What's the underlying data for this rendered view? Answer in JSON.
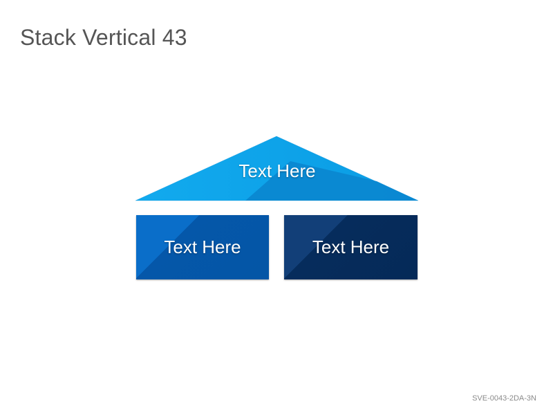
{
  "slide": {
    "title": "Stack Vertical 43",
    "code": "SVE-0043-2DA-3N"
  },
  "diagram": {
    "roof": {
      "label": "Text Here",
      "color": "#0aa4ea",
      "shade_color": "#0a85cf"
    },
    "boxes": [
      {
        "label": "Text Here",
        "color": "#0a6ec9"
      },
      {
        "label": "Text Here",
        "color": "#0b3466"
      }
    ]
  }
}
